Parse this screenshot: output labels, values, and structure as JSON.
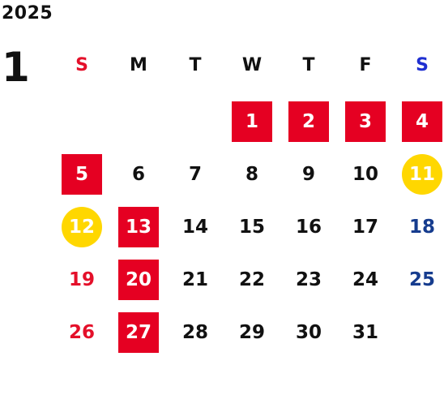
{
  "calendar": {
    "year": "2025",
    "month": "1",
    "weekdays": [
      "S",
      "M",
      "T",
      "W",
      "T",
      "F",
      "S"
    ],
    "colors": {
      "red_highlight": "#e50022",
      "yellow_highlight": "#ffd700",
      "sunday_text": "#e4102a",
      "saturday_text": "#163c8e",
      "saturday_header": "#1f2fd1"
    },
    "weeks": [
      [
        {
          "day": "",
          "type": "empty"
        },
        {
          "day": "",
          "type": "empty"
        },
        {
          "day": "",
          "type": "empty"
        },
        {
          "day": "1",
          "type": "red"
        },
        {
          "day": "2",
          "type": "red"
        },
        {
          "day": "3",
          "type": "red"
        },
        {
          "day": "4",
          "type": "red"
        }
      ],
      [
        {
          "day": "5",
          "type": "red"
        },
        {
          "day": "6",
          "type": "normal"
        },
        {
          "day": "7",
          "type": "normal"
        },
        {
          "day": "8",
          "type": "normal"
        },
        {
          "day": "9",
          "type": "normal"
        },
        {
          "day": "10",
          "type": "normal"
        },
        {
          "day": "11",
          "type": "yellow"
        }
      ],
      [
        {
          "day": "12",
          "type": "yellow"
        },
        {
          "day": "13",
          "type": "red"
        },
        {
          "day": "14",
          "type": "normal"
        },
        {
          "day": "15",
          "type": "normal"
        },
        {
          "day": "16",
          "type": "normal"
        },
        {
          "day": "17",
          "type": "normal"
        },
        {
          "day": "18",
          "type": "normal"
        }
      ],
      [
        {
          "day": "19",
          "type": "normal"
        },
        {
          "day": "20",
          "type": "red"
        },
        {
          "day": "21",
          "type": "normal"
        },
        {
          "day": "22",
          "type": "normal"
        },
        {
          "day": "23",
          "type": "normal"
        },
        {
          "day": "24",
          "type": "normal"
        },
        {
          "day": "25",
          "type": "normal"
        }
      ],
      [
        {
          "day": "26",
          "type": "normal"
        },
        {
          "day": "27",
          "type": "red"
        },
        {
          "day": "28",
          "type": "normal"
        },
        {
          "day": "29",
          "type": "normal"
        },
        {
          "day": "30",
          "type": "normal"
        },
        {
          "day": "31",
          "type": "normal"
        },
        {
          "day": "",
          "type": "empty"
        }
      ]
    ]
  }
}
